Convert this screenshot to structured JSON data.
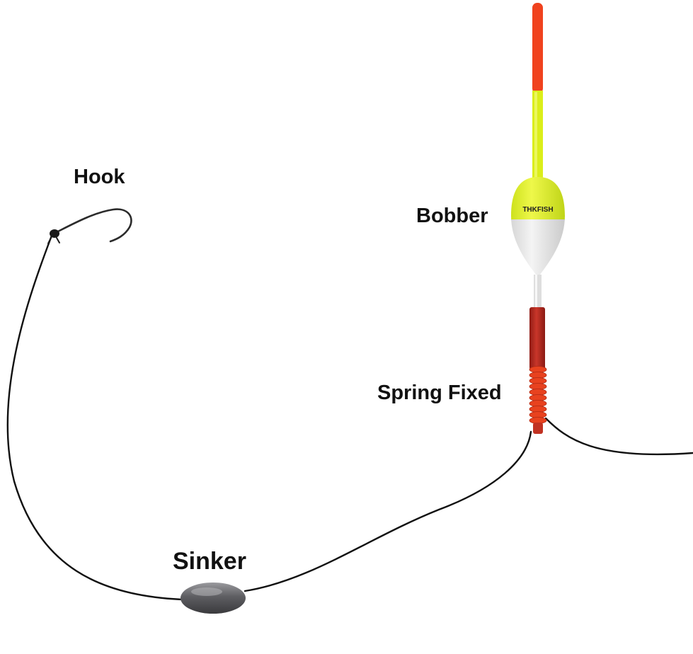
{
  "labels": {
    "hook": "Hook",
    "bobber": "Bobber",
    "spring": "Spring Fixed",
    "sinker": "Sinker"
  },
  "bobber_brand": "THKFISH",
  "colors": {
    "line": "#111111",
    "tip_red": "#f0421e",
    "float_yellow": "#dbee1a",
    "float_white": "#e4e4e4",
    "stem_red": "#b6261c",
    "spring": "#e8421f",
    "sinker": "#5e5e62",
    "hook": "#2b2b2b"
  }
}
